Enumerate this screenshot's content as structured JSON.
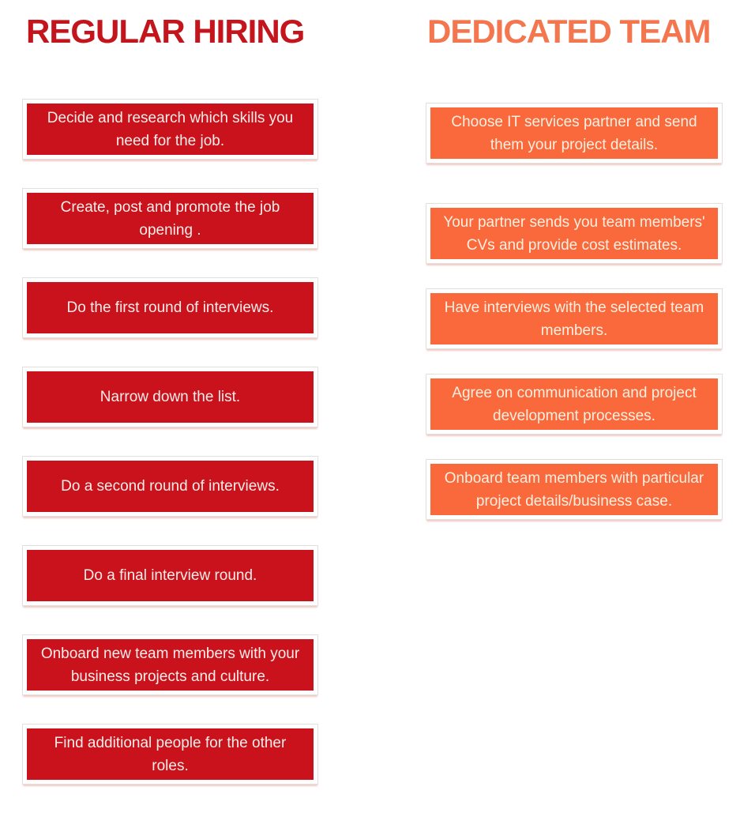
{
  "colors": {
    "regular_title": "#c4151c",
    "regular_red": "#c9121b",
    "dedicated_title": "#f4764e",
    "dedicated_orange": "#f9693c",
    "text_on_red": "#f7edea",
    "text_on_orange": "#fbefe0",
    "box_border": "#e3dfdc",
    "shadow": "#efc9c2",
    "background": "#ffffff"
  },
  "left_column": {
    "title": "REGULAR HIRING",
    "steps": [
      "Decide and research which skills you need for the job.",
      "Create, post and promote the job opening .",
      "Do the first round of interviews.",
      "Narrow down the list.",
      "Do a second round of interviews.",
      "Do a final interview round.",
      "Onboard new team members with your business projects and culture.",
      "Find additional people for the other roles."
    ]
  },
  "right_column": {
    "title": "DEDICATED TEAM",
    "steps": [
      "Choose IT services partner and send them your project details.",
      "Your partner sends you team members' CVs and provide cost estimates.",
      "Have interviews with the selected team members.",
      "Agree on communication and project development processes.",
      "Onboard team members with particular project details/business case."
    ]
  }
}
